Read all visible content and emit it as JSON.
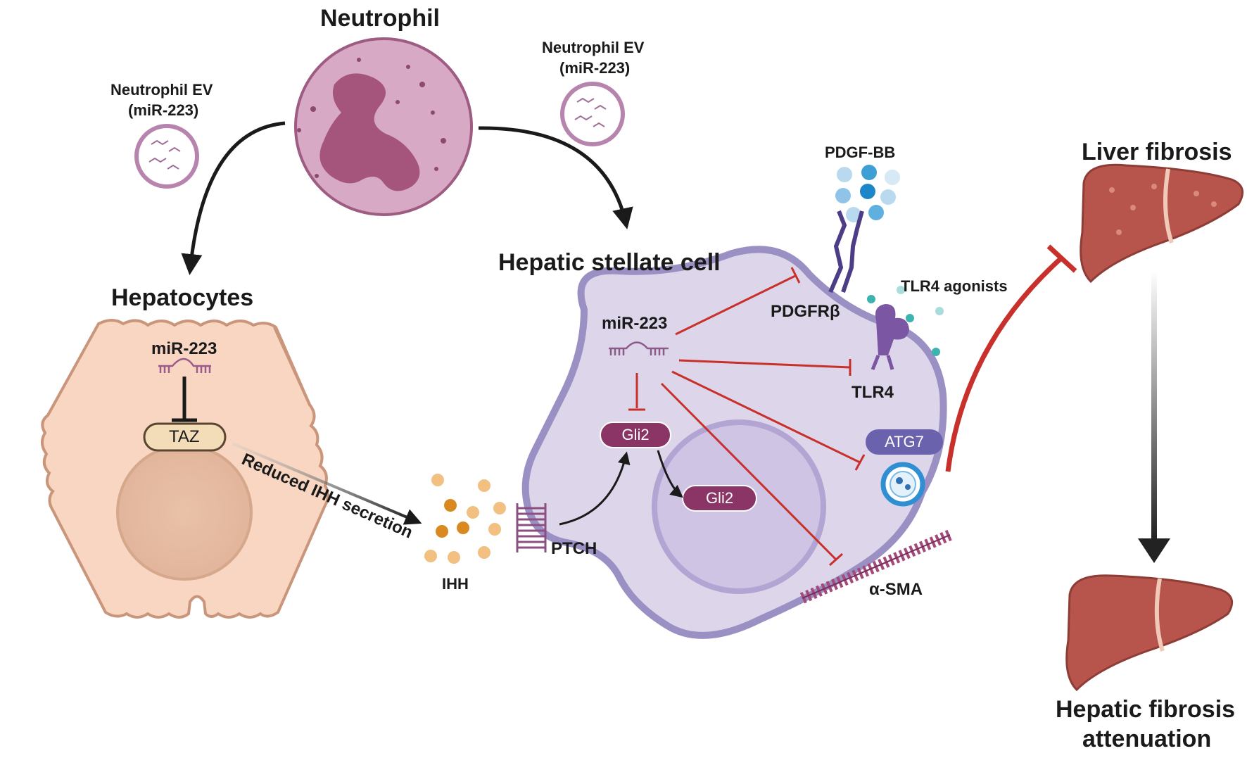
{
  "neutrophil": {
    "title": "Neutrophil",
    "ev_left": {
      "line1": "Neutrophil EV",
      "line2": "(miR-223)"
    },
    "ev_right": {
      "line1": "Neutrophil EV",
      "line2": "(miR-223)"
    }
  },
  "hepatocytes": {
    "title": "Hepatocytes",
    "mirna": "miR-223",
    "taz": "TAZ",
    "secretion": "Reduced IHH secretion"
  },
  "ihh": "IHH",
  "ptch": "PTCH",
  "stellate": {
    "title": "Hepatic stellate cell",
    "mirna": "miR-223",
    "gli2_cyto": "Gli2",
    "gli2_nuc": "Gli2",
    "pdgf_bb": "PDGF-BB",
    "pdgfr": "PDGFRβ",
    "tlr4_agonists": "TLR4 agonists",
    "tlr4": "TLR4",
    "atg7": "ATG7",
    "asma": "α-SMA"
  },
  "liver": {
    "fibrosis": "Liver fibrosis",
    "attenuation_line1": "Hepatic fibrosis",
    "attenuation_line2": "attenuation"
  },
  "colors": {
    "inhibit_red": "#c8302b",
    "neutrophil": "#c993b4",
    "hepatocyte": "#f7d5c0",
    "stellate": "#ddd6ea",
    "gli2": "#8b3566",
    "atg7": "#6a62ad",
    "liver": "#b7554d"
  }
}
